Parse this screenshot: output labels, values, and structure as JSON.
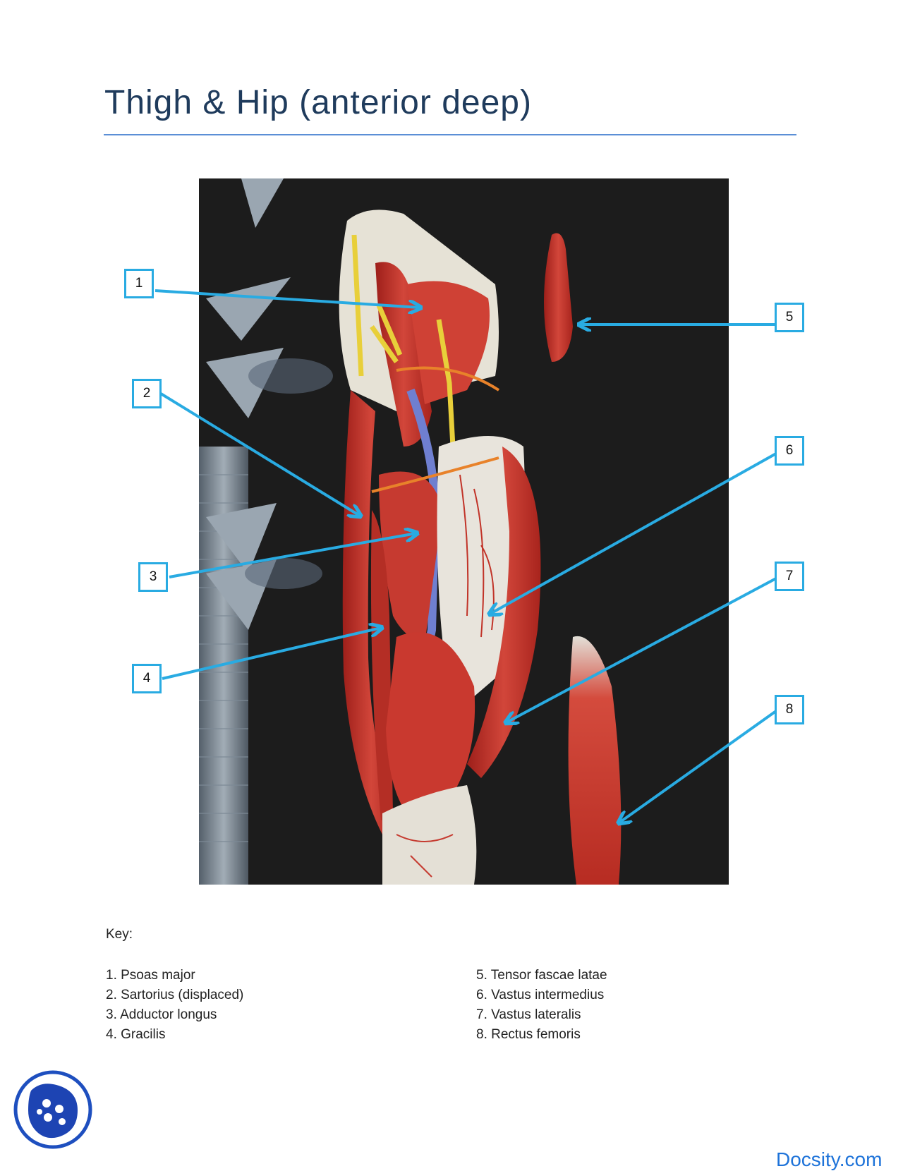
{
  "title": "Thigh & Hip (anterior deep)",
  "image": {
    "alt": "Anatomical model of the thigh and hip, anterior deep view"
  },
  "callouts": [
    "1",
    "2",
    "3",
    "4",
    "5",
    "6",
    "7",
    "8"
  ],
  "key": {
    "heading": "Key:",
    "left": [
      "1. Psoas major",
      "2. Sartorius (displaced)",
      "3. Adductor longus",
      "4. Gracilis"
    ],
    "right": [
      "5. Tensor fascae latae",
      "6. Vastus intermedius",
      "7. Vastus lateralis",
      "8. Rectus femoris"
    ]
  },
  "brand": "Docsity.com",
  "colors": {
    "title": "#1f3b5c",
    "rule": "#5b8fd6",
    "callout": "#29abe2",
    "brand": "#1e73d9",
    "muscle": "#c8332b"
  }
}
